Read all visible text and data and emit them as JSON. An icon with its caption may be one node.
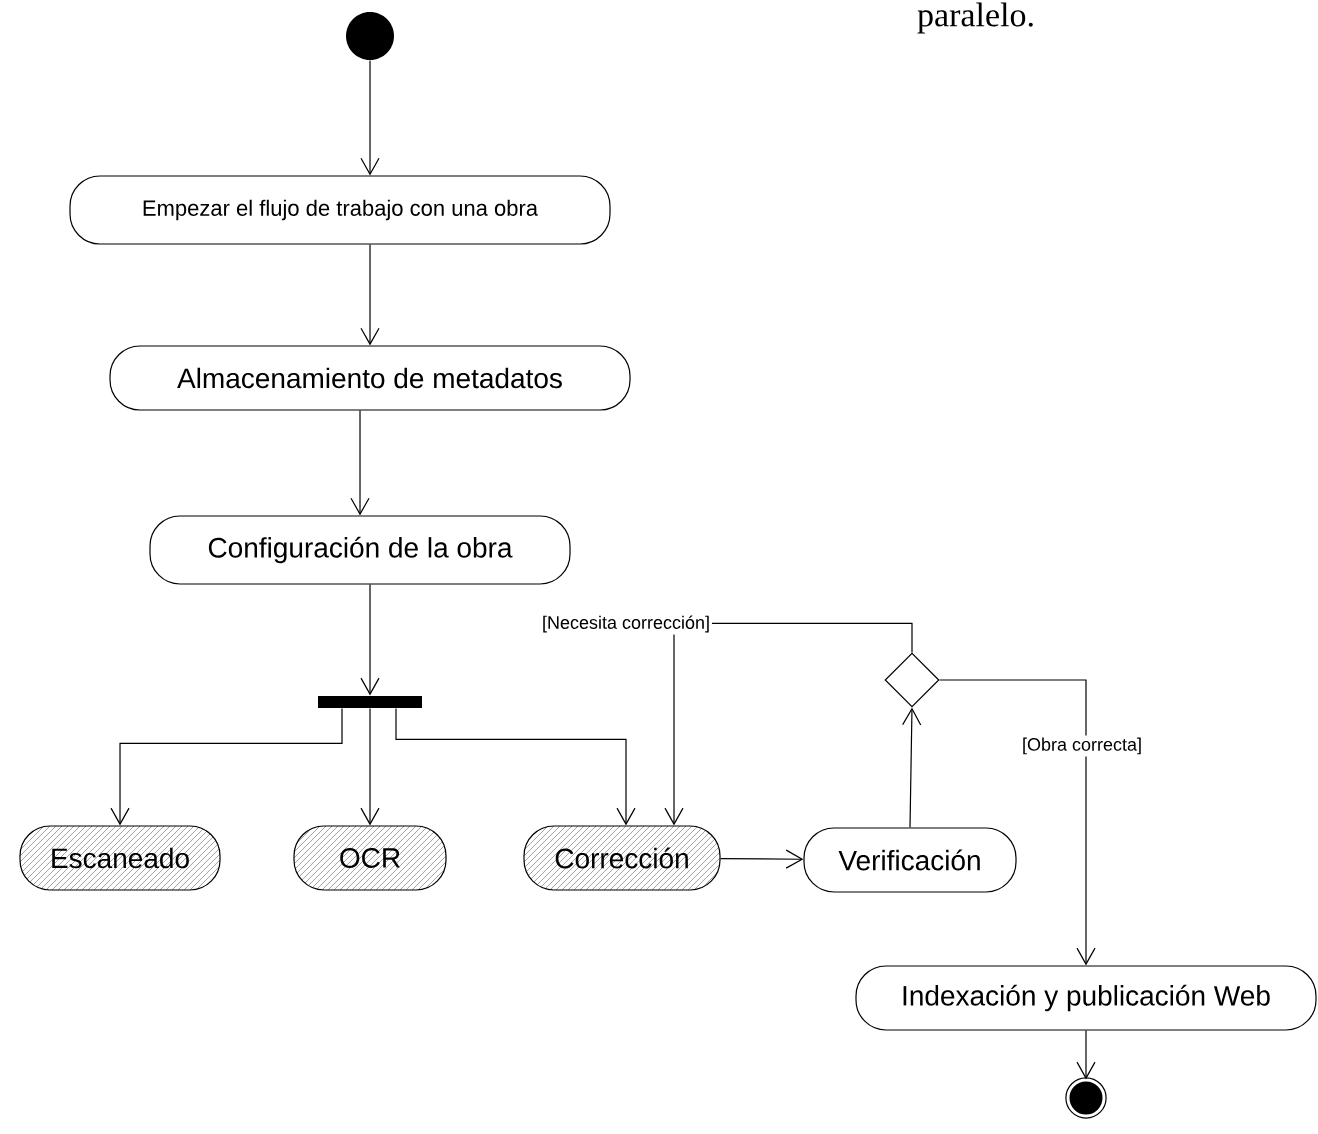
{
  "diagram": {
    "nodes": [
      {
        "text": [],
        "shape": "circle"
      },
      {
        "text": [
          "Empezar el flujo de trabajo con una obra"
        ]
      },
      {
        "text": [
          "Almacenamiento de metadatos"
        ]
      },
      {
        "text": [
          "Configuración de la obra"
        ]
      },
      {
        "text": [],
        "shape": "bar"
      },
      {
        "text": [
          "Escaneado"
        ]
      },
      {
        "text": [
          "OCR"
        ]
      },
      {
        "text": [
          "Corrección"
        ]
      },
      {
        "text": [
          "Verificación"
        ]
      },
      {
        "text": [],
        "shape": "diamond"
      },
      {
        "text": [
          "Indexación y publicación Web"
        ]
      },
      {
        "text": [],
        "shape": "bullseye"
      }
    ],
    "edges": [
      {
        "from": 0,
        "to": 1,
        "arrow": "to"
      },
      {
        "from": 1,
        "to": 2,
        "arrow": "to"
      },
      {
        "from": 2,
        "to": 3,
        "arrow": "to"
      },
      {
        "from": 3,
        "to": 4,
        "arrow": "to"
      },
      {
        "from": 4,
        "to": 5,
        "arrow": "to"
      },
      {
        "from": 4,
        "to": 6,
        "arrow": "to"
      },
      {
        "from": 4,
        "to": 7,
        "arrow": "to"
      },
      {
        "from": 7,
        "to": 8,
        "arrow": "to"
      },
      {
        "from": 8,
        "to": 9,
        "arrow": "to"
      },
      {
        "from": 9,
        "to": 7,
        "arrow": "to",
        "label": "[Necesita corrección]"
      },
      {
        "from": 9,
        "to": 10,
        "arrow": "to",
        "label": "[Obra correcta]"
      },
      {
        "from": 10,
        "to": 11,
        "arrow": "to"
      }
    ],
    "labels": [
      "paralelo."
    ]
  }
}
